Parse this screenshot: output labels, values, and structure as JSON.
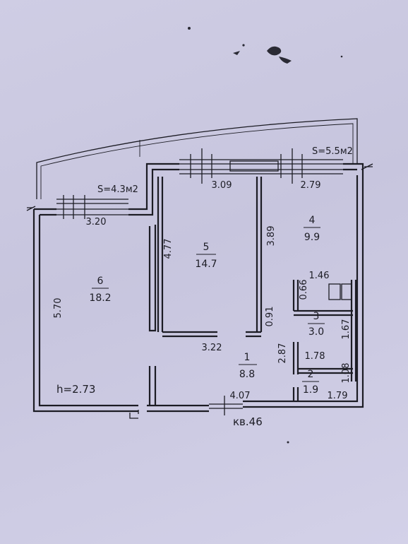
{
  "apartment_label": "кв.46",
  "ceiling_height": "h=2.73",
  "balconies": [
    {
      "area": "S=4.3м2"
    },
    {
      "area": "S=5.5м2"
    }
  ],
  "rooms": [
    {
      "number": "1",
      "area": "8.8"
    },
    {
      "number": "2",
      "area": "1.9"
    },
    {
      "number": "3",
      "area": "3.0"
    },
    {
      "number": "4",
      "area": "9.9"
    },
    {
      "number": "5",
      "area": "14.7"
    },
    {
      "number": "6",
      "area": "18.2"
    }
  ],
  "dimensions": {
    "room6_width": "3.20",
    "room6_length": "5.70",
    "room5_width": "3.09",
    "room5_length": "4.77",
    "room4_width": "2.79",
    "room4_length": "3.89",
    "hall_width": "3.22",
    "hall_length": "4.07",
    "wc_width": "1.46",
    "wc_depth": "0.66",
    "bath_width": "1.78",
    "bath_depth": "2.87",
    "bath_length": "1.67",
    "corr_width": "0.91",
    "small_depth": "1.08",
    "small_width": "1.79"
  }
}
